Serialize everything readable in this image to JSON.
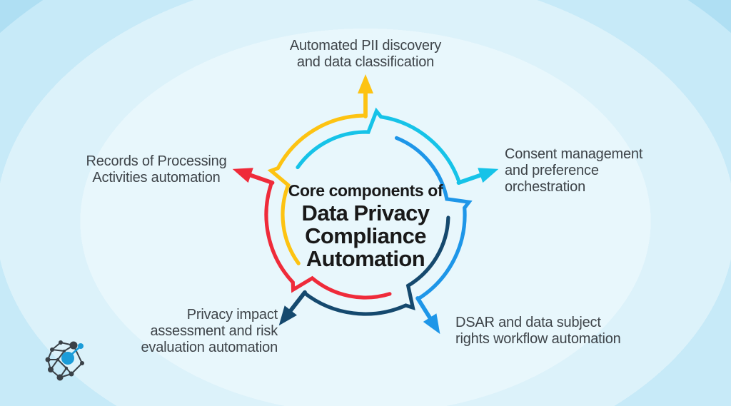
{
  "palette": {
    "background_bands": [
      "#E8F7FC",
      "#DCF2FA",
      "#C7EAF8",
      "#AFDFF3"
    ],
    "label_text": "#3E4449",
    "title_text": "#191919",
    "logo_dark": "#3A4147",
    "logo_blue": "#1B9CD8"
  },
  "center": {
    "kicker": "Core components of",
    "title_lines": [
      "Data Privacy",
      "Compliance",
      "Automation"
    ]
  },
  "diagram": {
    "type": "cycle-with-radial-arrows",
    "segments": [
      {
        "id": "pii-discovery",
        "color": "#FDC312",
        "arrow_angle_deg": 0,
        "label_lines": [
          "Automated PII discovery",
          "and data classification"
        ]
      },
      {
        "id": "consent-management",
        "color": "#16C3E8",
        "arrow_angle_deg": 71,
        "label_lines": [
          "Consent management",
          "and preference",
          "orchestration"
        ]
      },
      {
        "id": "dsar-workflow",
        "color": "#1E96E8",
        "arrow_angle_deg": 148,
        "label_lines": [
          "DSAR and data subject",
          "rights workflow automation"
        ]
      },
      {
        "id": "privacy-impact",
        "color": "#15496E",
        "arrow_angle_deg": 218,
        "label_lines": [
          "Privacy impact",
          "assessment and risk",
          "evaluation automation"
        ]
      },
      {
        "id": "ropa",
        "color": "#EF2B3A",
        "arrow_angle_deg": 289,
        "label_lines": [
          "Records of Processing",
          "Activities automation"
        ]
      }
    ]
  }
}
